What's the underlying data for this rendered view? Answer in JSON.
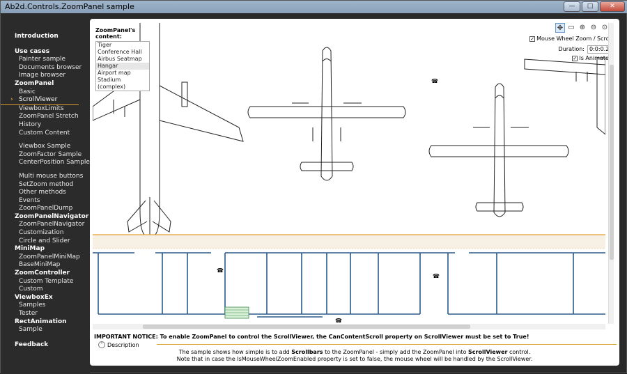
{
  "window": {
    "title": "Ab2d.Controls.ZoomPanel sample",
    "minimize_icon": "minimize-icon",
    "maximize_icon": "maximize-icon",
    "close_icon": "close-icon"
  },
  "sidebar": {
    "items": [
      {
        "label": "Introduction",
        "kind": "top"
      },
      {
        "label": "Use cases",
        "kind": "section"
      },
      {
        "label": "Painter sample",
        "kind": "item"
      },
      {
        "label": "Documents browser",
        "kind": "item"
      },
      {
        "label": "Image browser",
        "kind": "item"
      },
      {
        "label": "ZoomPanel",
        "kind": "section"
      },
      {
        "label": "Basic",
        "kind": "item"
      },
      {
        "label": "ScrollViewer",
        "kind": "item",
        "active": true
      },
      {
        "label": "ViewboxLimits",
        "kind": "item"
      },
      {
        "label": "ZoomPanel Stretch",
        "kind": "item"
      },
      {
        "label": "History",
        "kind": "item"
      },
      {
        "label": "Custom Content",
        "kind": "item"
      },
      {
        "label": "Viewbox Sample",
        "kind": "item"
      },
      {
        "label": "ZoomFactor Sample",
        "kind": "item"
      },
      {
        "label": "CenterPosition Sample",
        "kind": "item"
      },
      {
        "label": "Multi mouse buttons",
        "kind": "item"
      },
      {
        "label": "SetZoom method",
        "kind": "item"
      },
      {
        "label": "Other methods",
        "kind": "item"
      },
      {
        "label": "Events",
        "kind": "item"
      },
      {
        "label": "ZoomPanelDump",
        "kind": "item"
      },
      {
        "label": "ZoomPanelNavigator",
        "kind": "section"
      },
      {
        "label": "ZoomPanelNavigator",
        "kind": "item"
      },
      {
        "label": "Customization",
        "kind": "item"
      },
      {
        "label": "Circle and Slider",
        "kind": "item"
      },
      {
        "label": "MiniMap",
        "kind": "section"
      },
      {
        "label": "ZoomPanelMiniMap",
        "kind": "item"
      },
      {
        "label": "BaseMiniMap",
        "kind": "item"
      },
      {
        "label": "ZoomController",
        "kind": "section"
      },
      {
        "label": "Custom Template",
        "kind": "item"
      },
      {
        "label": "Custom",
        "kind": "item"
      },
      {
        "label": "ViewboxEx",
        "kind": "section"
      },
      {
        "label": "Samples",
        "kind": "item"
      },
      {
        "label": "Tester",
        "kind": "item"
      },
      {
        "label": "RectAnimation",
        "kind": "section"
      },
      {
        "label": "Sample",
        "kind": "item"
      },
      {
        "label": "Feedback",
        "kind": "top"
      }
    ]
  },
  "content_panel": {
    "title": "ZoomPanel's content:",
    "options": [
      "Tiger",
      "Conference Hall",
      "Airbus Seatmap",
      "Hangar",
      "Airport map",
      "Stadium (complex)"
    ],
    "selected": "Hangar"
  },
  "toolbar": {
    "tools": [
      "move-icon",
      "zoom-rect-icon",
      "zoom-in-icon",
      "zoom-out-icon",
      "zoom-reset-icon"
    ],
    "mouse_wheel_label": "Mouse Wheel Zoom / Scroll",
    "mouse_wheel_checked": true,
    "duration_label": "Duration:",
    "duration_value": "0:0:0.2",
    "is_animated_label": "Is Animated",
    "is_animated_checked": true
  },
  "notice": {
    "text": "IMPORTANT NOTICE: To enable ZoomPanel to control the ScrollViewer, the CanContentScroll property on ScrollViewer must be set to True!"
  },
  "description": {
    "header": "Description",
    "line1_parts": [
      "The sample shows how simple is to add ",
      "Scrollbars",
      " to the ZoomPanel - simply add the ZoomPanel into ",
      "ScrollViewer",
      " control."
    ],
    "line2": "Note that in case the IsMouseWheelZoomEnabled property is set to false, the mouse wheel will be handled by the ScrollViewer."
  },
  "colors": {
    "accent": "#e0a030",
    "sidebar_bg": "#2b2b2b",
    "plan_line": "#2a5a8a"
  }
}
